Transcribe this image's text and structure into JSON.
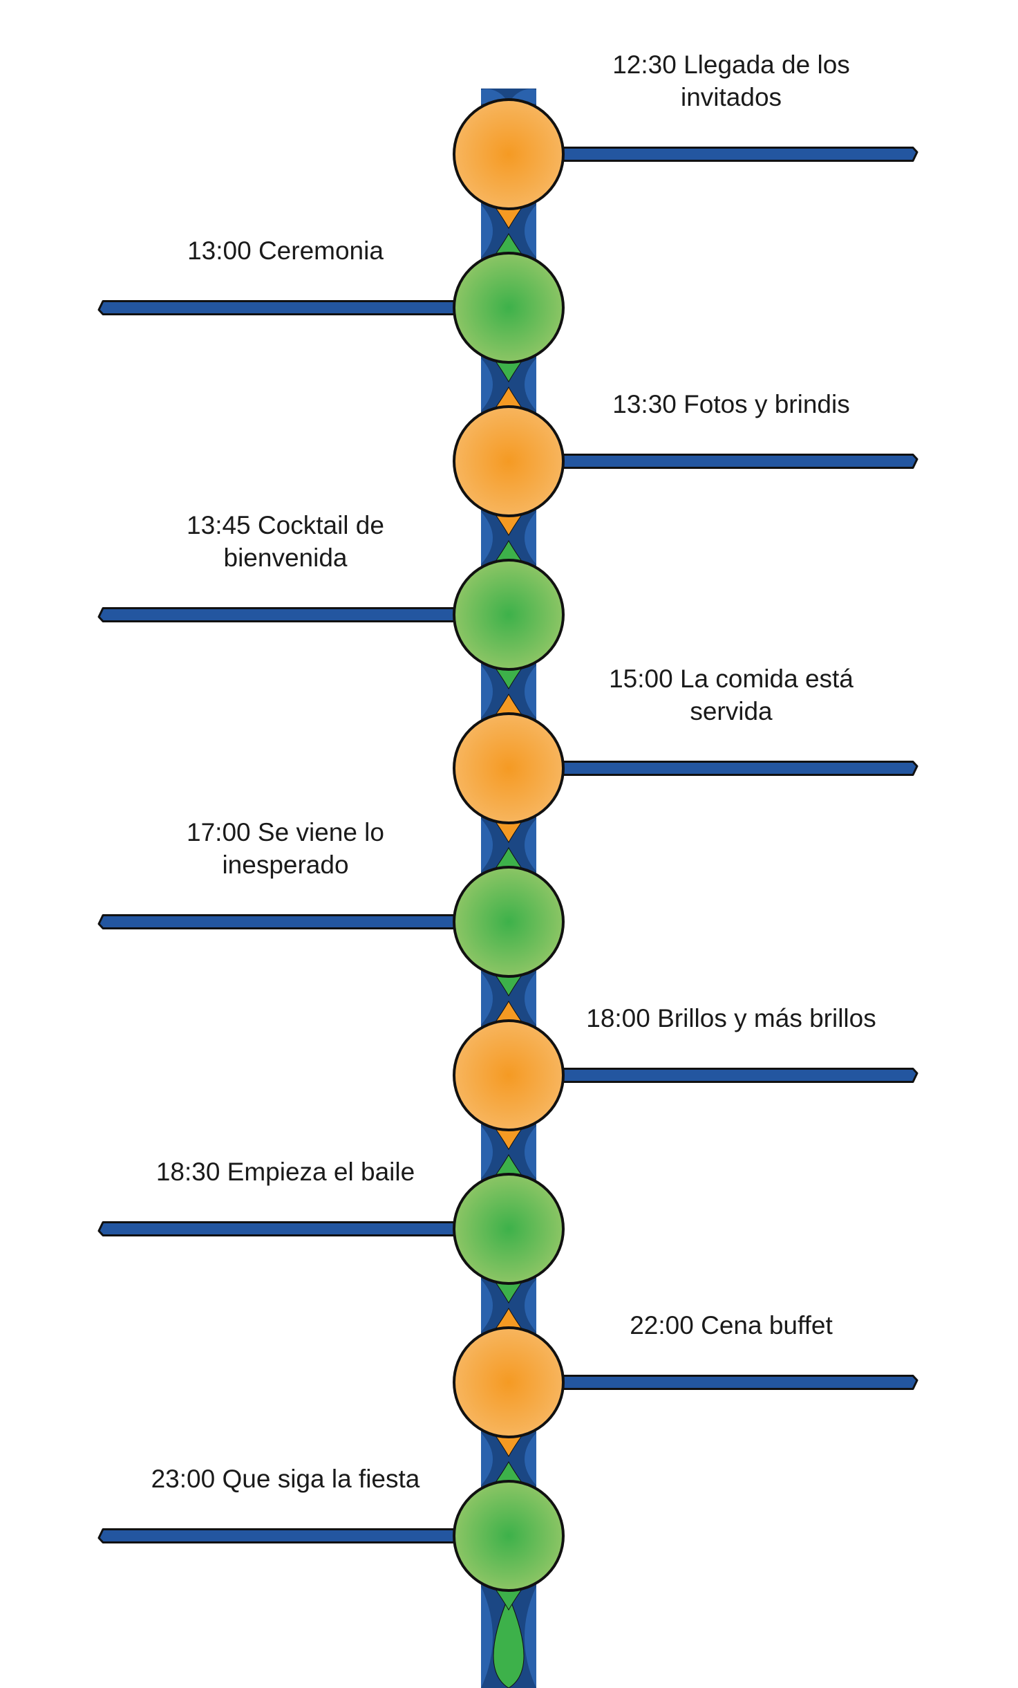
{
  "timeline": {
    "colors": {
      "spine_dark": "#1b4784",
      "spine_light": "#2a62ad",
      "bar": "#2356a0",
      "outline": "#111111",
      "orange_center": "#f59a23",
      "orange_edge": "#f7b55e",
      "green_center": "#3db14a",
      "green_edge": "#8cc565"
    },
    "events": [
      {
        "time": "12:30",
        "lines": [
          "12:30 Llegada de los",
          "invitados"
        ],
        "side": "right",
        "color": "orange"
      },
      {
        "time": "13:00",
        "lines": [
          "13:00 Ceremonia"
        ],
        "side": "left",
        "color": "green"
      },
      {
        "time": "13:30",
        "lines": [
          "13:30 Fotos y brindis"
        ],
        "side": "right",
        "color": "orange"
      },
      {
        "time": "13:45",
        "lines": [
          "13:45 Cocktail de",
          "bienvenida"
        ],
        "side": "left",
        "color": "green"
      },
      {
        "time": "15:00",
        "lines": [
          "15:00 La comida está",
          "servida"
        ],
        "side": "right",
        "color": "orange"
      },
      {
        "time": "17:00",
        "lines": [
          "17:00 Se viene lo",
          "inesperado"
        ],
        "side": "left",
        "color": "green"
      },
      {
        "time": "18:00",
        "lines": [
          "18:00 Brillos y más brillos"
        ],
        "side": "right",
        "color": "orange"
      },
      {
        "time": "18:30",
        "lines": [
          "18:30 Empieza el baile"
        ],
        "side": "left",
        "color": "green"
      },
      {
        "time": "22:00",
        "lines": [
          "22:00 Cena buffet"
        ],
        "side": "right",
        "color": "orange"
      },
      {
        "time": "23:00",
        "lines": [
          "23:00 Que siga la fiesta"
        ],
        "side": "left",
        "color": "green"
      }
    ]
  }
}
